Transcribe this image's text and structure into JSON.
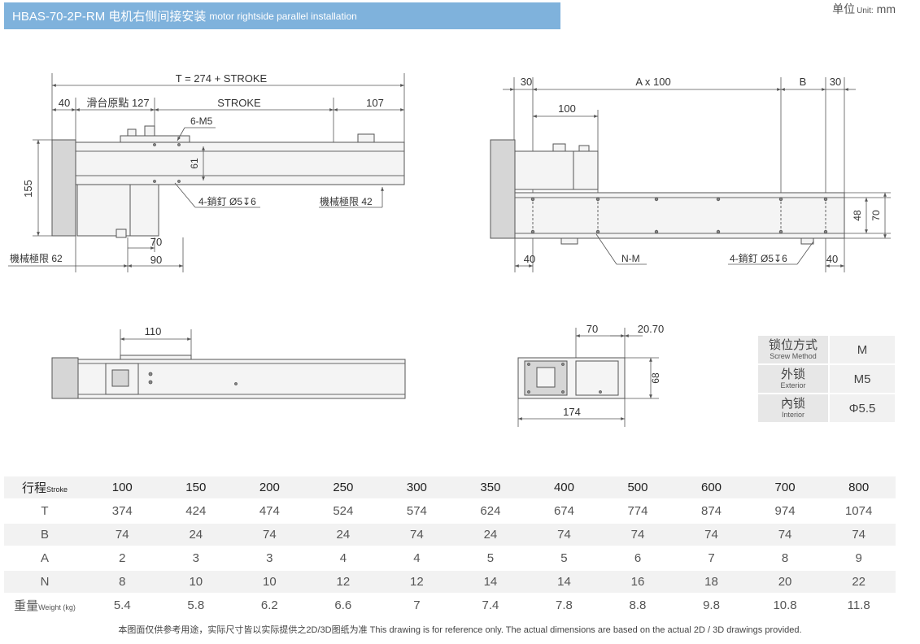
{
  "header": {
    "title": "HBAS-70-2P-RM 电机右侧间接安装",
    "subtitle": "motor rightside parallel installation",
    "unit_cn": "单位",
    "unit_en": "Unit:",
    "unit_mm": "mm"
  },
  "front_view": {
    "dim_total": "T = 274 + STROKE",
    "dim_40": "40",
    "dim_slide_origin": "滑台原點 127",
    "dim_stroke": "STROKE",
    "dim_107": "107",
    "dim_6m5": "6-M5",
    "dim_155": "155",
    "dim_61": "61",
    "dim_pin": "4-銷釘 Ø5",
    "dim_pin_depth": "6",
    "dim_mech_limit_42": "機械極限 42",
    "dim_70": "70",
    "dim_90": "90",
    "dim_mech_limit_62": "機械極限 62"
  },
  "top_view": {
    "dim_30_left": "30",
    "dim_a100": "A x 100",
    "dim_b": "B",
    "dim_30_right": "30",
    "dim_100": "100",
    "dim_48": "48",
    "dim_70": "70",
    "dim_40_left": "40",
    "dim_nm": "N-M",
    "dim_pin": "4-銷釘 Ø5",
    "dim_pin_depth": "6",
    "dim_40_right": "40"
  },
  "side_view": {
    "dim_110": "110"
  },
  "end_view": {
    "dim_70": "70",
    "dim_2070": "20.70",
    "dim_68": "68",
    "dim_174": "174"
  },
  "screw_table": [
    {
      "label_cn": "锁位方式",
      "label_en": "Screw Method",
      "value": "M"
    },
    {
      "label_cn": "外锁",
      "label_en": "Exterior",
      "value": "M5"
    },
    {
      "label_cn": "內锁",
      "label_en": "Interior",
      "value": "Φ5.5"
    }
  ],
  "spec_table": {
    "stroke_label_cn": "行程",
    "stroke_label_en": "Stroke",
    "strokes": [
      "100",
      "150",
      "200",
      "250",
      "300",
      "350",
      "400",
      "500",
      "600",
      "700",
      "800"
    ],
    "rows": [
      {
        "label": "T",
        "label_en": "",
        "values": [
          "374",
          "424",
          "474",
          "524",
          "574",
          "624",
          "674",
          "774",
          "874",
          "974",
          "1074"
        ]
      },
      {
        "label": "B",
        "label_en": "",
        "values": [
          "74",
          "24",
          "74",
          "24",
          "74",
          "24",
          "74",
          "74",
          "74",
          "74",
          "74"
        ]
      },
      {
        "label": "A",
        "label_en": "",
        "values": [
          "2",
          "3",
          "3",
          "4",
          "4",
          "5",
          "5",
          "6",
          "7",
          "8",
          "9"
        ]
      },
      {
        "label": "N",
        "label_en": "",
        "values": [
          "8",
          "10",
          "10",
          "12",
          "12",
          "14",
          "14",
          "16",
          "18",
          "20",
          "22"
        ]
      },
      {
        "label": "重量",
        "label_en": "Weight (kg)",
        "values": [
          "5.4",
          "5.8",
          "6.2",
          "6.6",
          "7",
          "7.4",
          "7.8",
          "8.8",
          "9.8",
          "10.8",
          "11.8"
        ]
      }
    ]
  },
  "footnote": "本图面仅供参考用途，实际尺寸皆以实际提供之2D/3D图纸为准 This drawing is for reference only. The actual dimensions are based on the actual 2D / 3D drawings provided."
}
